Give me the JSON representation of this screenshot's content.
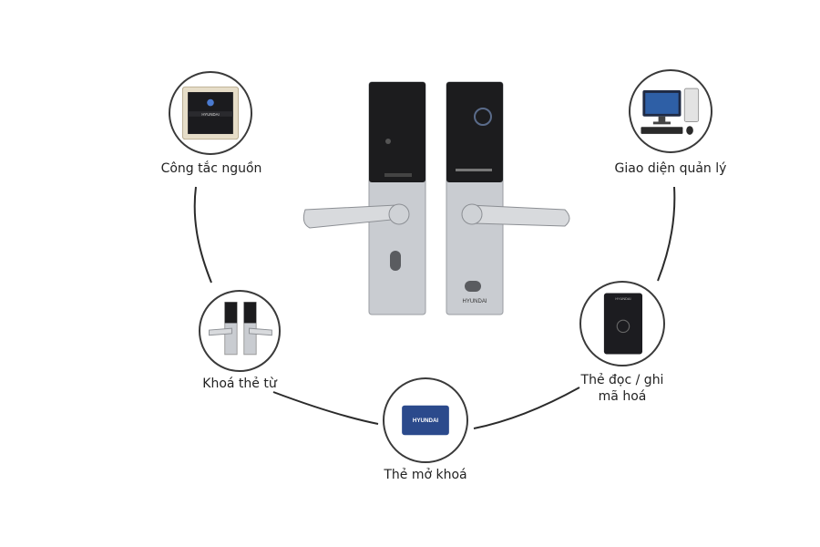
{
  "nodes": {
    "power_switch": {
      "label": "Công tắc nguồn",
      "icon": "power-switch-icon",
      "brand": "HYUNDAI"
    },
    "management_interface": {
      "label": "Giao diện quản lý",
      "icon": "computer-icon"
    },
    "card_encoder": {
      "label_line1": "Thẻ đọc / ghi",
      "label_line2": "mã hoá",
      "icon": "card-encoder-icon",
      "brand": "HYUNDAI"
    },
    "unlock_card": {
      "label": "Thẻ mở khoá",
      "icon": "key-card-icon",
      "brand": "HYUNDAI"
    },
    "card_lock": {
      "label": "Khoá thẻ từ",
      "icon": "door-lock-icon"
    }
  },
  "center": {
    "icon": "hotel-door-lock-icon",
    "brand": "HYUNDAI"
  },
  "colors": {
    "connector": "#2b2b2b",
    "card_blue": "#2b4a8c",
    "lock_body": "#c9ccd1",
    "lock_dark": "#1c1c1e"
  }
}
